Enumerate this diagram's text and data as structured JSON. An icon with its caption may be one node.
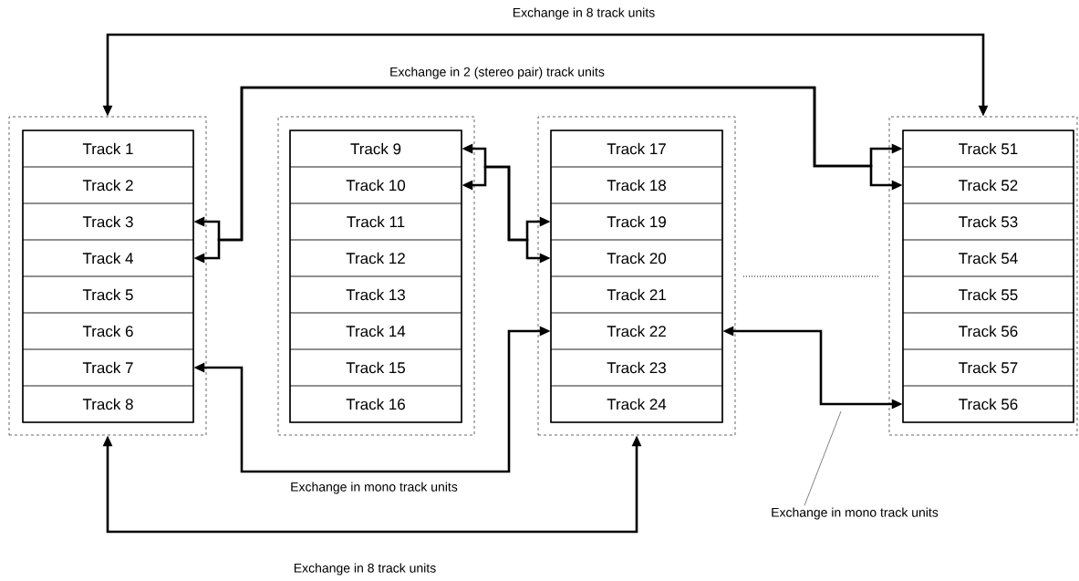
{
  "diagram": {
    "nodes": [
      {
        "text": [],
        "shape": "box"
      },
      {
        "text": [
          "Track 1"
        ],
        "in": 0
      },
      {
        "text": [
          "Track 2"
        ],
        "in": 0
      },
      {
        "text": [
          "Track 3"
        ],
        "in": 0
      },
      {
        "text": [
          "Track 4"
        ],
        "in": 0
      },
      {
        "text": [
          "Track 5"
        ],
        "in": 0
      },
      {
        "text": [
          "Track 6"
        ],
        "in": 0
      },
      {
        "text": [
          "Track 7"
        ],
        "in": 0
      },
      {
        "text": [
          "Track 8"
        ],
        "in": 0
      },
      {
        "text": [],
        "shape": "box"
      },
      {
        "text": [
          "Track 9"
        ],
        "in": 9
      },
      {
        "text": [
          "Track 10"
        ],
        "in": 9
      },
      {
        "text": [
          "Track 11"
        ],
        "in": 9
      },
      {
        "text": [
          "Track 12"
        ],
        "in": 9
      },
      {
        "text": [
          "Track 13"
        ],
        "in": 9
      },
      {
        "text": [
          "Track 14"
        ],
        "in": 9
      },
      {
        "text": [
          "Track 15"
        ],
        "in": 9
      },
      {
        "text": [
          "Track 16"
        ],
        "in": 9
      },
      {
        "text": [],
        "shape": "box"
      },
      {
        "text": [
          "Track 17"
        ],
        "in": 18
      },
      {
        "text": [
          "Track 18"
        ],
        "in": 18
      },
      {
        "text": [
          "Track 19"
        ],
        "in": 18
      },
      {
        "text": [
          "Track 20"
        ],
        "in": 18
      },
      {
        "text": [
          "Track 21"
        ],
        "in": 18
      },
      {
        "text": [
          "Track 22"
        ],
        "in": 18
      },
      {
        "text": [
          "Track 23"
        ],
        "in": 18
      },
      {
        "text": [
          "Track 24"
        ],
        "in": 18
      },
      {
        "text": [],
        "shape": "box"
      },
      {
        "text": [
          "Track 51"
        ],
        "in": 27
      },
      {
        "text": [
          "Track 52"
        ],
        "in": 27
      },
      {
        "text": [
          "Track 53"
        ],
        "in": 27
      },
      {
        "text": [
          "Track 54"
        ],
        "in": 27
      },
      {
        "text": [
          "Track 55"
        ],
        "in": 27
      },
      {
        "text": [
          "Track 56"
        ],
        "in": 27
      },
      {
        "text": [
          "Track 57"
        ],
        "in": 27
      },
      {
        "text": [
          "Track 56"
        ],
        "in": 27
      },
      {
        "text": [
          "Exchange in mono track units"
        ]
      }
    ],
    "edges": [
      {
        "from": 0,
        "to": 27,
        "arrow": "both",
        "label": "Exchange in 8 track units"
      },
      {
        "from": 3,
        "to": 28,
        "arrow": "both",
        "label": "Exchange in 2 (stereo pair) track units"
      },
      {
        "from": 4,
        "to": 29,
        "arrow": "both"
      },
      {
        "from": 10,
        "to": 21,
        "arrow": "both"
      },
      {
        "from": 11,
        "to": 22,
        "arrow": "both"
      },
      {
        "from": 7,
        "to": 24,
        "arrow": "both",
        "label": "Exchange in mono track units"
      },
      {
        "from": 24,
        "to": 35,
        "arrow": "both"
      },
      {
        "from": 0,
        "to": 18,
        "arrow": "both",
        "label": "Exchange in 8 track units"
      },
      {
        "from": 36,
        "to": null,
        "arrow": "none"
      }
    ]
  }
}
